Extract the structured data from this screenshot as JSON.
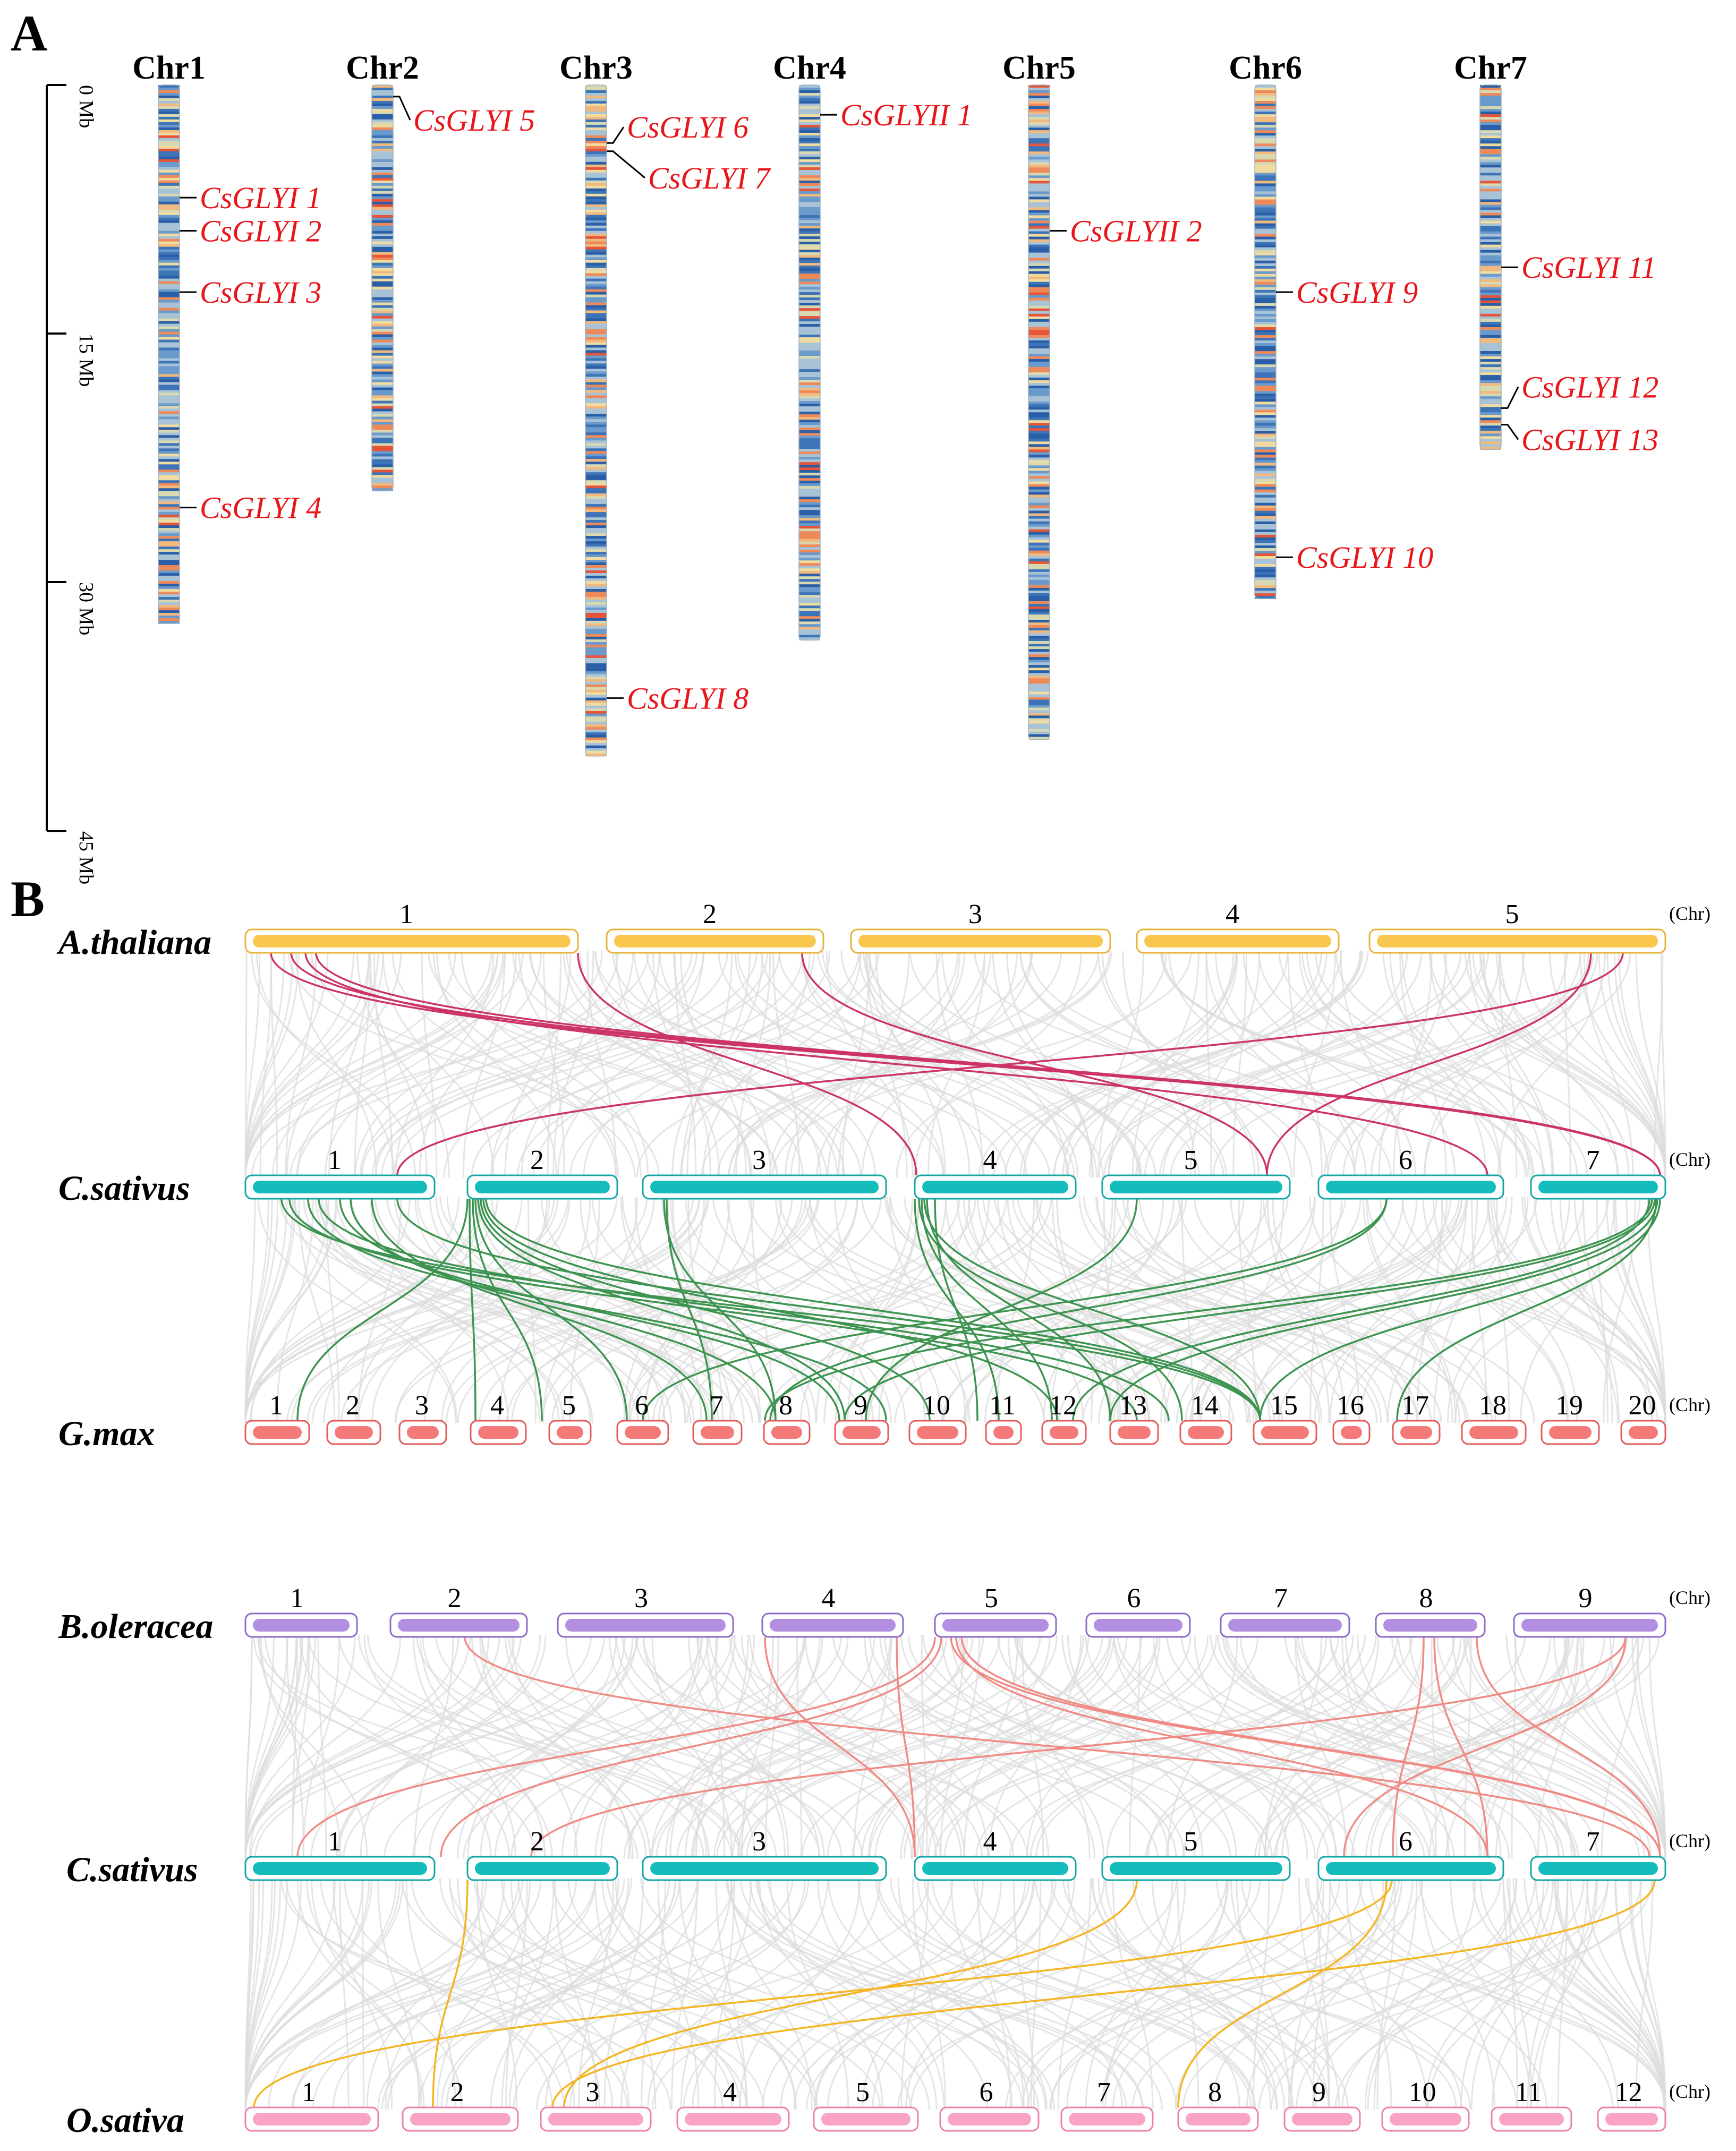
{
  "panel_a": {
    "letter": "A",
    "scale": {
      "labels": [
        "0 Mb",
        "15 Mb",
        "30 Mb",
        "45 Mb"
      ],
      "values_mb": [
        0,
        15,
        30,
        45
      ]
    },
    "chromosomes": [
      {
        "name": "Chr1",
        "length_mb": 32.5,
        "genes": [
          {
            "name": "CsGLYI 1",
            "pos_mb": 6.8
          },
          {
            "name": "CsGLYI 2",
            "pos_mb": 8.8
          },
          {
            "name": "CsGLYI 3",
            "pos_mb": 12.5
          },
          {
            "name": "CsGLYI 4",
            "pos_mb": 25.5
          }
        ]
      },
      {
        "name": "Chr2",
        "length_mb": 24.5,
        "genes": [
          {
            "name": "CsGLYI 5",
            "pos_mb": 0.7
          }
        ]
      },
      {
        "name": "Chr3",
        "length_mb": 40.5,
        "genes": [
          {
            "name": "CsGLYI 6",
            "pos_mb": 3.5
          },
          {
            "name": "CsGLYI 7",
            "pos_mb": 4.0
          },
          {
            "name": "CsGLYI 8",
            "pos_mb": 37.0
          }
        ]
      },
      {
        "name": "Chr4",
        "length_mb": 33.5,
        "genes": [
          {
            "name": "CsGLYII 1",
            "pos_mb": 1.8
          }
        ]
      },
      {
        "name": "Chr5",
        "length_mb": 39.5,
        "genes": [
          {
            "name": "CsGLYII 2",
            "pos_mb": 8.8
          }
        ]
      },
      {
        "name": "Chr6",
        "length_mb": 31.0,
        "genes": [
          {
            "name": "CsGLYI 9",
            "pos_mb": 12.5
          },
          {
            "name": "CsGLYI 10",
            "pos_mb": 28.5
          }
        ]
      },
      {
        "name": "Chr7",
        "length_mb": 22.0,
        "genes": [
          {
            "name": "CsGLYI 11",
            "pos_mb": 11.0
          },
          {
            "name": "CsGLYI 12",
            "pos_mb": 19.5
          },
          {
            "name": "CsGLYI 13",
            "pos_mb": 20.5
          }
        ]
      }
    ]
  },
  "panel_b": {
    "letter": "B",
    "chr_unit": "(Chr)",
    "tracks": [
      {
        "species": "A.thaliana",
        "chrs": [
          "1",
          "2",
          "3",
          "4",
          "5"
        ],
        "color": "#f9c74f"
      },
      {
        "species": "C.sativus",
        "chrs": [
          "1",
          "2",
          "3",
          "4",
          "5",
          "6",
          "7"
        ],
        "color": "#14bdbc"
      },
      {
        "species": "G.max",
        "chrs": [
          "1",
          "2",
          "3",
          "4",
          "5",
          "6",
          "7",
          "8",
          "9",
          "10",
          "11",
          "12",
          "13",
          "14",
          "15",
          "16",
          "17",
          "18",
          "19",
          "20"
        ],
        "color": "#f47a7a"
      },
      {
        "species": "B.oleracea",
        "chrs": [
          "1",
          "2",
          "3",
          "4",
          "5",
          "6",
          "7",
          "8",
          "9"
        ],
        "color": "#b28fe0"
      },
      {
        "species": "C.sativus",
        "chrs": [
          "1",
          "2",
          "3",
          "4",
          "5",
          "6",
          "7"
        ],
        "color": "#14bdbc"
      },
      {
        "species": "O.sativa",
        "chrs": [
          "1",
          "2",
          "3",
          "4",
          "5",
          "6",
          "7",
          "8",
          "9",
          "10",
          "11",
          "12"
        ],
        "color": "#f9a3c7"
      }
    ],
    "link_colors": {
      "at_cs": "#cc3366",
      "cs_gm": "#3d9450",
      "bo_cs": "#f08a84",
      "cs_os": "#f5b521",
      "background": "#dcdcdc"
    }
  }
}
